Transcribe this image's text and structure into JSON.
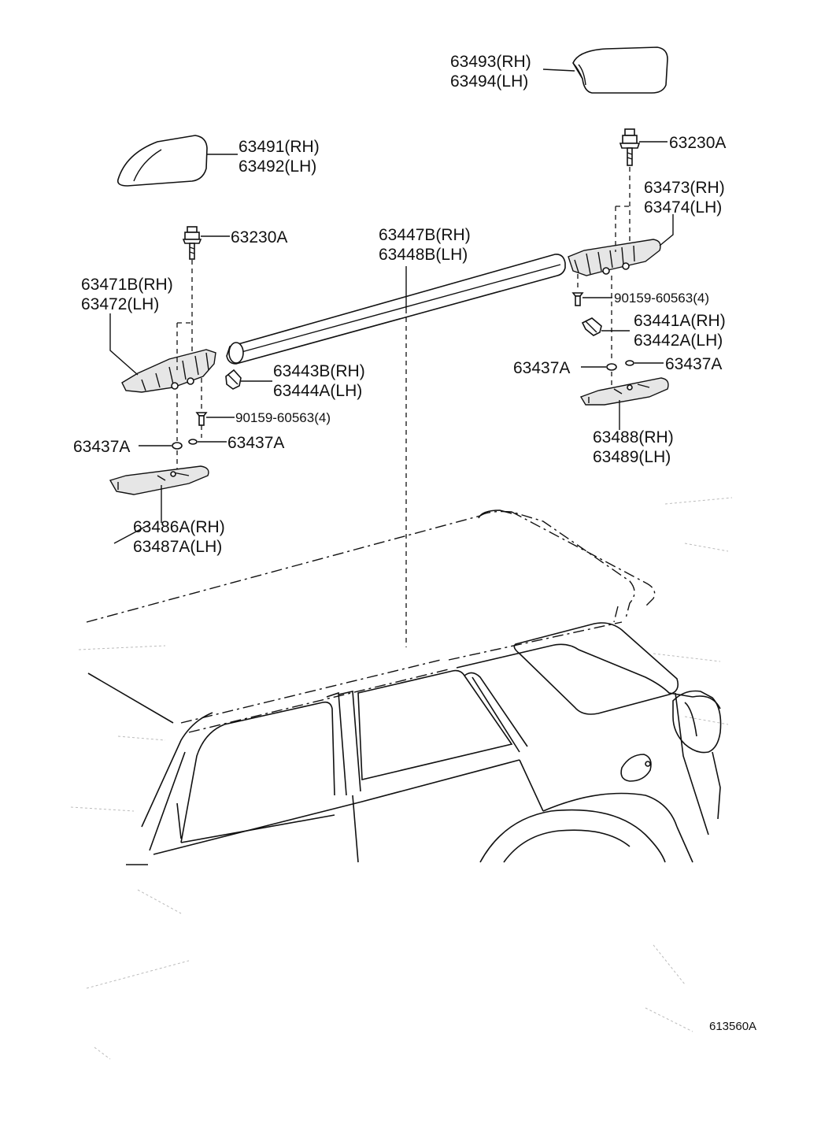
{
  "labels": {
    "p63493": "63493(RH)",
    "p63494": "63494(LH)",
    "p63491": "63491(RH)",
    "p63492": "63492(LH)",
    "p63230a_r": "63230A",
    "p63473": "63473(RH)",
    "p63474": "63474(LH)",
    "p63230a_l": "63230A",
    "p63447b": "63447B(RH)",
    "p63448b": "63448B(LH)",
    "p63471b": "63471B(RH)",
    "p63472": "63472(LH)",
    "screw_r": "90159-60563(4)",
    "p63441a": "63441A(RH)",
    "p63442a": "63442A(LH)",
    "washer_r_left": "63437A",
    "washer_r_right": "63437A",
    "p63443b": "63443B(RH)",
    "p63444a": "63444A(LH)",
    "screw_l": "90159-60563(4)",
    "washer_l_left": "63437A",
    "washer_l_right": "63437A",
    "p63488": "63488(RH)",
    "p63489": "63489(LH)",
    "p63486a": "63486A(RH)",
    "p63487a": "63487A(LH)",
    "diagram_code": "613560A"
  }
}
